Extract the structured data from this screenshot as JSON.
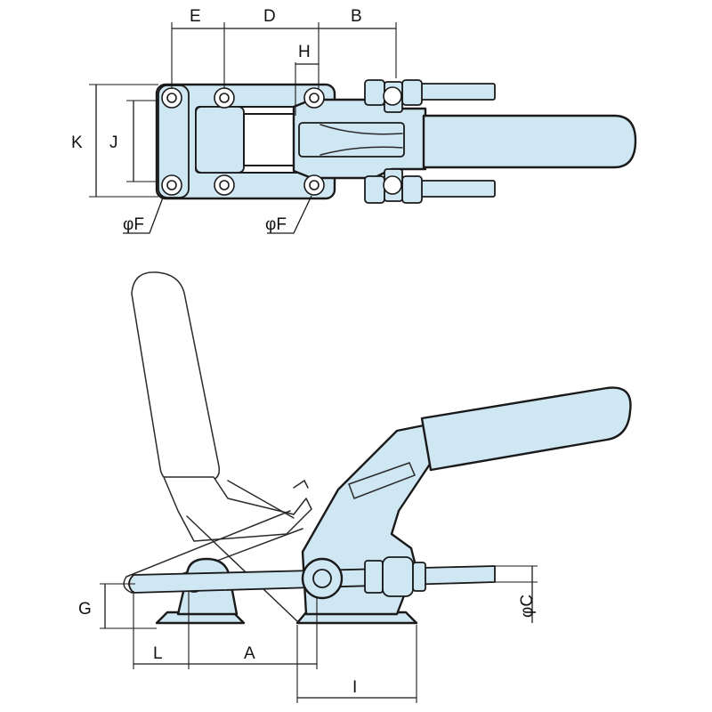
{
  "dimensions": {
    "A": "A",
    "B": "B",
    "C": "φC",
    "D": "D",
    "E": "E",
    "F_left": "φF",
    "F_right": "φF",
    "G": "G",
    "H": "H",
    "I": "I",
    "J": "J",
    "K": "K",
    "L": "L"
  }
}
